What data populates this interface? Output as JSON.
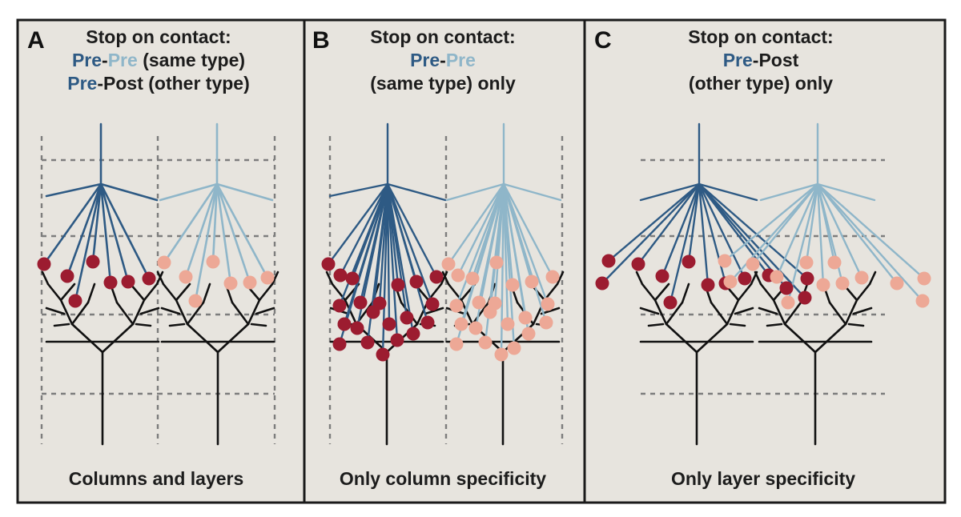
{
  "colors": {
    "background": "#e7e4de",
    "border": "#1a1a1a",
    "pre_dark": "#2e5a84",
    "pre_light": "#8fb6c9",
    "post_dark": "#9c1c30",
    "post_light": "#eda896",
    "tree": "#111111",
    "grid": "#7d7d7d"
  },
  "panels": [
    {
      "letter": "A",
      "heading_line1": "Stop on contact:",
      "heading_line2": {
        "part1": "Pre",
        "sep": "-",
        "part2": "Pre",
        "rest": " (same type)"
      },
      "heading_line3": {
        "part1": "Pre",
        "sep": "-",
        "part2": "Post",
        "rest": " (other type)"
      },
      "caption": "Columns and layers",
      "grid": "columns-and-layers"
    },
    {
      "letter": "B",
      "heading_line1": "Stop on contact:",
      "heading_line2": {
        "part1": "Pre",
        "sep": "-",
        "part2": "Pre",
        "rest": ""
      },
      "heading_line3": {
        "text": "(same type) only"
      },
      "caption": "Only column specificity",
      "grid": "columns-only"
    },
    {
      "letter": "C",
      "heading_line1": "Stop on contact:",
      "heading_line2": {
        "part1": "Pre",
        "sep": "-",
        "part2": "Post",
        "rest": ""
      },
      "heading_line3": {
        "text": "(other type) only"
      },
      "caption": "Only layer specificity",
      "grid": "layers-only"
    }
  ]
}
